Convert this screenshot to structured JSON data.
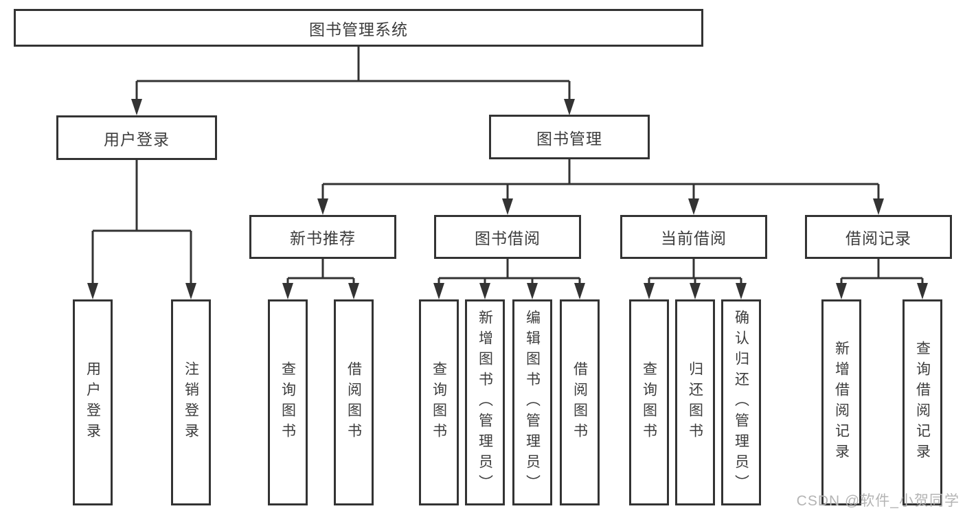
{
  "diagram": {
    "root": {
      "label": "图书管理系统"
    },
    "level2": {
      "user_login": {
        "label": "用户登录",
        "children": [
          "用户登录",
          "注销登录"
        ]
      },
      "book_mgmt": {
        "label": "图书管理"
      }
    },
    "level3": {
      "new_book": {
        "label": "新书推荐",
        "children": [
          "查询图书",
          "借阅图书"
        ]
      },
      "book_borrow": {
        "label": "图书借阅",
        "children": [
          "查询图书",
          "新增图书（管理员）",
          "编辑图书（管理员）",
          "借阅图书"
        ]
      },
      "current_borrow": {
        "label": "当前借阅",
        "children": [
          "查询图书",
          "归还图书",
          "确认归还（管理员）"
        ]
      },
      "borrow_record": {
        "label": "借阅记录",
        "children": [
          "新增借阅记录",
          "查询借阅记录"
        ]
      }
    }
  },
  "watermark": {
    "text": "CSDN @软件_小贺同学"
  },
  "colors": {
    "line": "#333333",
    "box_border": "#333333",
    "text": "#3c3c3c",
    "watermark": "#b4b4b4",
    "background": "#ffffff"
  }
}
